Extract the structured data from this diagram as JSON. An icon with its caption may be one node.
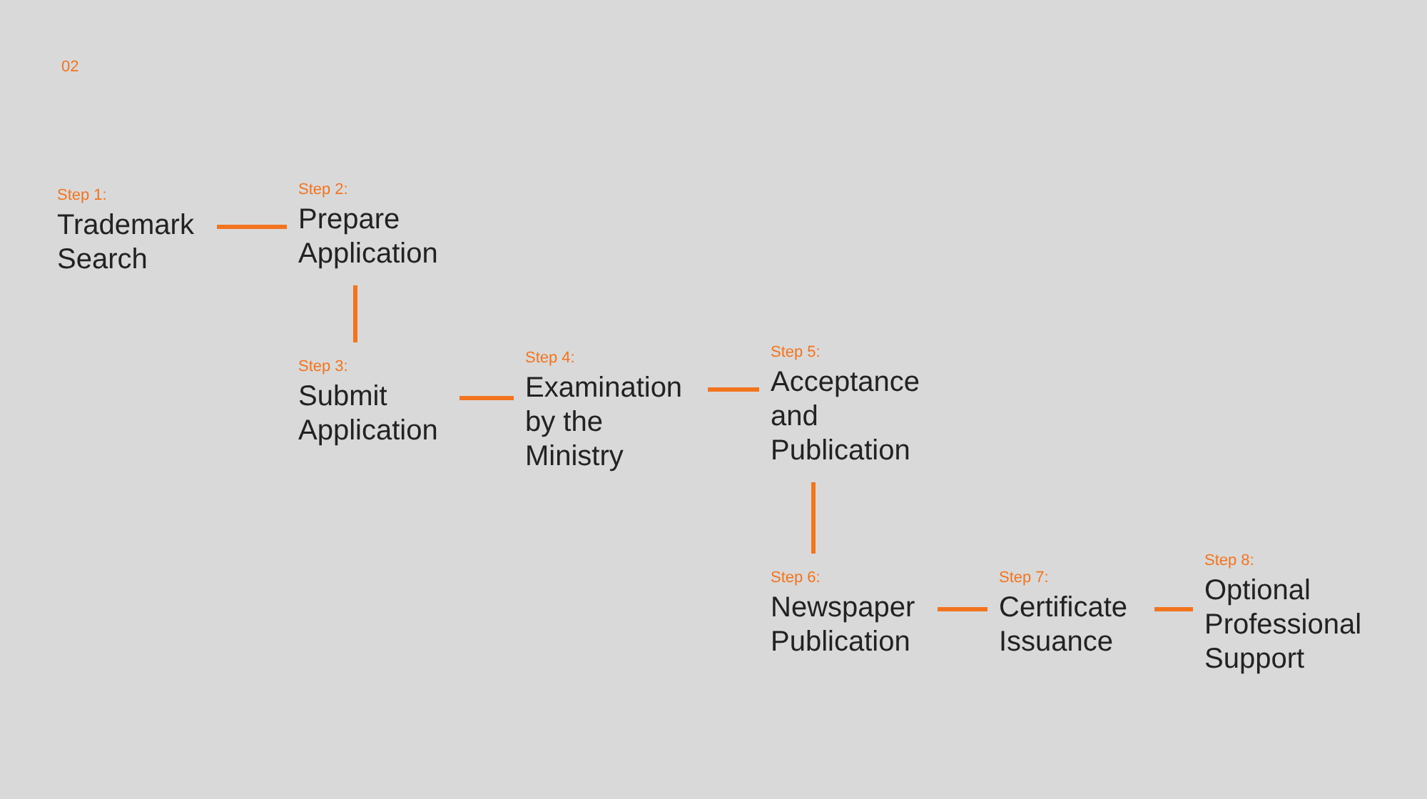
{
  "diagram": {
    "nodes": [
      {
        "text": [
          "Step 1:",
          "Trademark Search"
        ]
      },
      {
        "text": [
          "Step 2:",
          "Prepare Application"
        ]
      },
      {
        "text": [
          "Step 3:",
          "Submit Application"
        ]
      },
      {
        "text": [
          "Step 4:",
          "Examination by the Ministry"
        ]
      },
      {
        "text": [
          "Step 5:",
          "Acceptance and Publication"
        ]
      },
      {
        "text": [
          "Step 6:",
          "Newspaper Publication"
        ]
      },
      {
        "text": [
          "Step 7:",
          "Certificate Issuance"
        ]
      },
      {
        "text": [
          "Step 8:",
          "Optional Professional Support"
        ]
      }
    ],
    "edges": [
      {
        "from": 0,
        "to": 1,
        "arrow": "none"
      },
      {
        "from": 1,
        "to": 2,
        "arrow": "none"
      },
      {
        "from": 2,
        "to": 3,
        "arrow": "none"
      },
      {
        "from": 3,
        "to": 4,
        "arrow": "none"
      },
      {
        "from": 4,
        "to": 5,
        "arrow": "none"
      },
      {
        "from": 5,
        "to": 6,
        "arrow": "none"
      },
      {
        "from": 6,
        "to": 7,
        "arrow": "none"
      }
    ],
    "labels": [
      "02"
    ]
  }
}
